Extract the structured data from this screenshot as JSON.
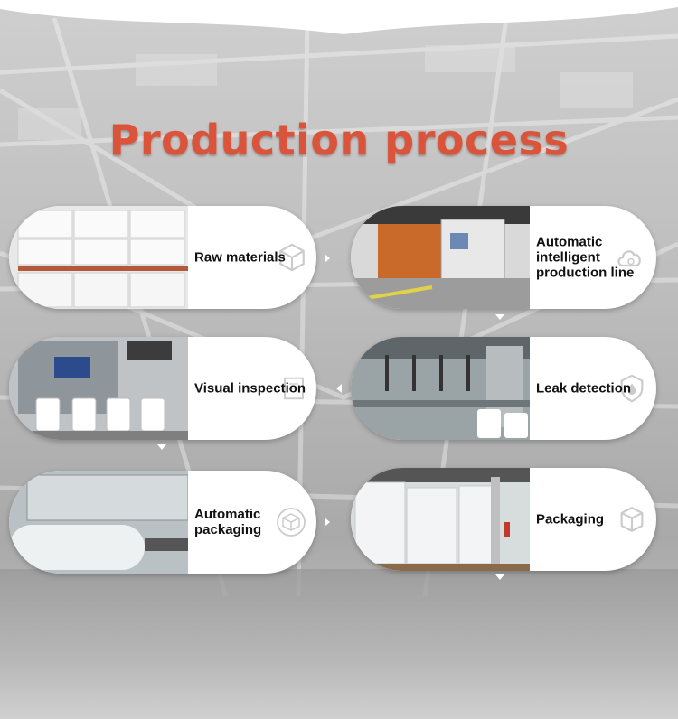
{
  "title": "Production process",
  "steps": [
    {
      "label": "Raw materials",
      "icon": "box-icon"
    },
    {
      "label": "Automatic\nintelligent\nproduction line",
      "icon": "cloud-gear-icon"
    },
    {
      "label": "Visual inspection",
      "icon": "document-icon"
    },
    {
      "label": "Leak detection",
      "icon": "water-shield-icon"
    },
    {
      "label": "Automatic\npackaging",
      "icon": "package-icon"
    },
    {
      "label": "Packaging",
      "icon": "package-icon"
    }
  ],
  "colors": {
    "title": "#d9543a",
    "card": "#ffffff"
  }
}
